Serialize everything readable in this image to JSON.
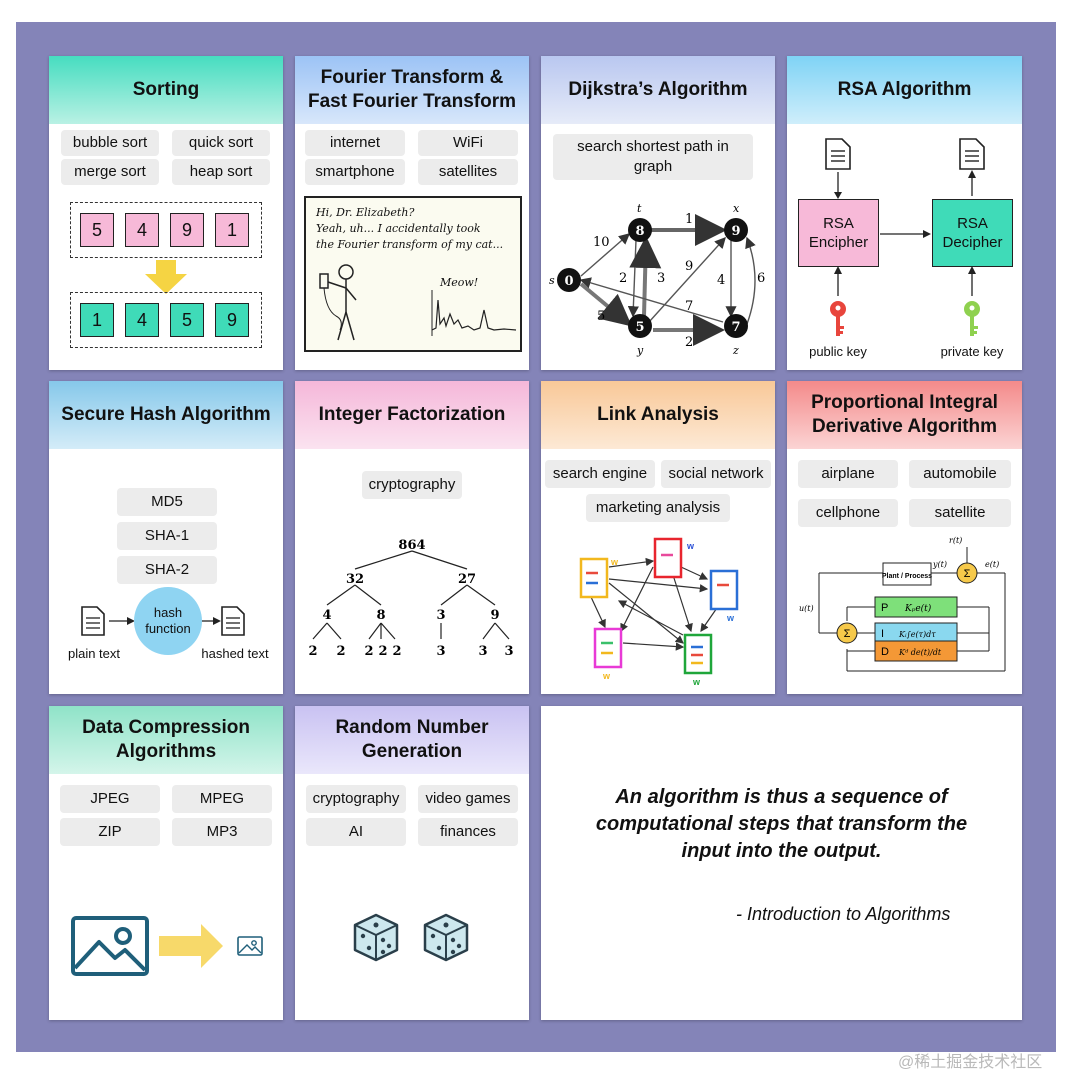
{
  "cards": {
    "sorting": {
      "title": "Sorting",
      "color": "#46ddc0",
      "chips": [
        "bubble sort",
        "quick sort",
        "merge sort",
        "heap sort"
      ],
      "input": [
        "5",
        "4",
        "9",
        "1"
      ],
      "output": [
        "1",
        "4",
        "5",
        "9"
      ]
    },
    "fourier": {
      "title_line1": "Fourier Transform &",
      "title_line2": "Fast Fourier Transform",
      "color": "#9cc3f5",
      "chips": [
        "internet",
        "WiFi",
        "smartphone",
        "satellites"
      ],
      "comic_line1": "Hi, Dr. Elizabeth?",
      "comic_line2": "Yeah, uh... I accidentally took",
      "comic_line3": "the Fourier transform of my cat...",
      "comic_meow": "Meow!"
    },
    "dijkstra": {
      "title": "Dijkstra’s Algorithm",
      "color": "#b9c7f0",
      "chips": [
        "search shortest path in graph"
      ],
      "graph": {
        "nodes": [
          "0",
          "8",
          "5",
          "9",
          "7"
        ],
        "node_letters": [
          "s",
          "t",
          "y",
          "x",
          "z"
        ],
        "edge_weights": [
          "10",
          "1",
          "2",
          "3",
          "9",
          "4",
          "6",
          "7",
          "5",
          "2"
        ]
      }
    },
    "rsa": {
      "title": "RSA Algorithm",
      "color": "#7fd3f5",
      "encipher": "RSA Encipher",
      "decipher": "RSA Decipher",
      "public_key": "public key",
      "private_key": "private key"
    },
    "sha": {
      "title": "Secure Hash Algorithm",
      "color": "#86c8ea",
      "chips": [
        "MD5",
        "SHA-1",
        "SHA-2"
      ],
      "hash_function": "hash function",
      "plain_text": "plain text",
      "hashed_text": "hashed text"
    },
    "factor": {
      "title": "Integer Factorization",
      "color": "#f5b7d9",
      "chips": [
        "cryptography"
      ],
      "tree": {
        "root": "864",
        "level1": [
          "32",
          "27"
        ],
        "level2": [
          "4",
          "8",
          "3",
          "9"
        ],
        "leaves": [
          "2",
          "2",
          "2",
          "2",
          "2",
          "3",
          "3",
          "3"
        ]
      }
    },
    "link": {
      "title": "Link Analysis",
      "color": "#f8c898",
      "chips": [
        "search engine",
        "social network",
        "marketing analysis"
      ],
      "page_label": "w"
    },
    "pid": {
      "title_line1": "Proportional Integral",
      "title_line2": "Derivative Algorithm",
      "color": "#f48a8a",
      "chips": [
        "airplane",
        "automobile",
        "cellphone",
        "satellite"
      ],
      "diagram": {
        "plant": "Plant / Process",
        "r": "r(t)",
        "y": "y(t)",
        "e": "e(t)",
        "u": "u(t)",
        "p": "P",
        "i": "I",
        "d": "D",
        "p_expr": "Kₚe(t)",
        "i_expr": "Kᵢ∫e(τ)dτ",
        "d_expr": "Kᵈ de(t)/dt",
        "sum": "Σ"
      }
    },
    "compression": {
      "title_line1": "Data Compression",
      "title_line2": "Algorithms",
      "color": "#8fe3c8",
      "chips": [
        "JPEG",
        "MPEG",
        "ZIP",
        "MP3"
      ]
    },
    "random": {
      "title_line1": "Random Number",
      "title_line2": "Generation",
      "color": "#c9c2f2",
      "chips": [
        "cryptography",
        "video games",
        "AI",
        "finances"
      ]
    }
  },
  "quote": {
    "line1": "An algorithm is thus a sequence of",
    "line2": "computational steps that transform the",
    "line3": "input into the output.",
    "attribution": "- Introduction to Algorithms"
  },
  "watermark": "@稀土掘金技术社区"
}
